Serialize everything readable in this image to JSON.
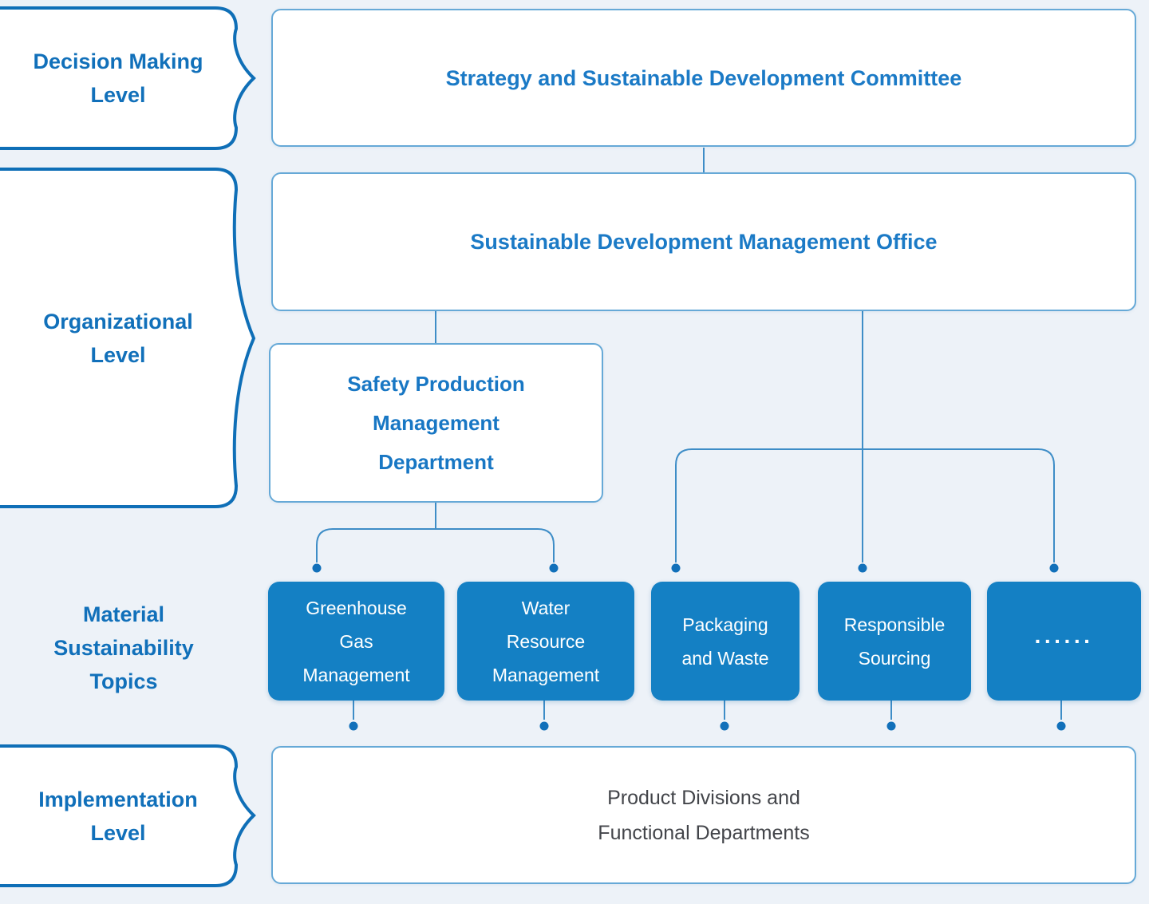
{
  "colors": {
    "background": "#edf2f8",
    "accent_blue_dark": "#1170ba",
    "accent_blue_text": "#1b7ac6",
    "topic_box_fill": "#1480c4",
    "big_box_border": "#66a9d7",
    "connector_line": "#3e8dc7",
    "bottom_text": "#43454a"
  },
  "levels": {
    "decision": {
      "lines": [
        "Decision Making",
        "Level"
      ]
    },
    "organizational": {
      "lines": [
        "Organizational",
        "Level"
      ]
    },
    "material": {
      "lines": [
        "Material",
        "Sustainability",
        "Topics"
      ]
    },
    "implementation": {
      "lines": [
        "Implementation",
        "Level"
      ]
    }
  },
  "nodes": {
    "committee": {
      "label": "Strategy and Sustainable Development Committee"
    },
    "office": {
      "label": "Sustainable Development Management Office"
    },
    "safety": {
      "lines": [
        "Safety Production",
        "Management",
        "Department"
      ]
    },
    "topics": [
      {
        "lines": [
          "Greenhouse",
          "Gas",
          "Management"
        ]
      },
      {
        "lines": [
          "Water",
          "Resource",
          "Management"
        ]
      },
      {
        "lines": [
          "Packaging",
          "and Waste"
        ]
      },
      {
        "lines": [
          "Responsible",
          "Sourcing"
        ]
      },
      {
        "lines": [
          "······"
        ]
      }
    ],
    "implementation_box": {
      "lines": [
        "Product Divisions and",
        "Functional Departments"
      ]
    }
  }
}
